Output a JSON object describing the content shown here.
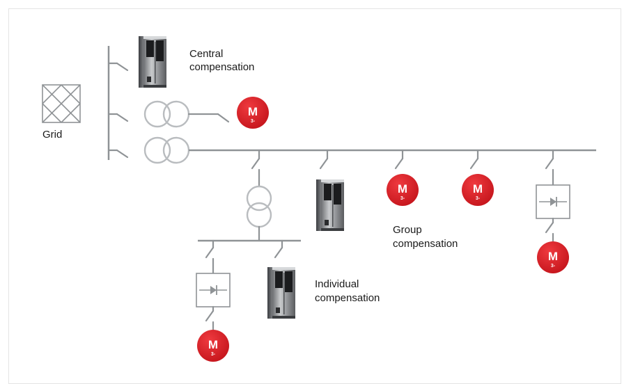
{
  "colors": {
    "motor": "#d71920",
    "line": "#8f9396",
    "coil": "#b9bcbf",
    "text": "#1a1a1a"
  },
  "labels": {
    "grid": "Grid",
    "central_line1": "Central",
    "central_line2": "compensation",
    "group_line1": "Group",
    "group_line2": "compensation",
    "individual_line1": "Individual",
    "individual_line2": "compensation"
  },
  "motor": {
    "letter": "M",
    "phase": "3-"
  },
  "icons": {
    "grid": "grid-icon",
    "cabinet": "capacitor-cabinet-icon",
    "transformer": "transformer-icon",
    "drive": "drive-icon",
    "motor": "motor-icon",
    "switch": "switch-icon"
  }
}
